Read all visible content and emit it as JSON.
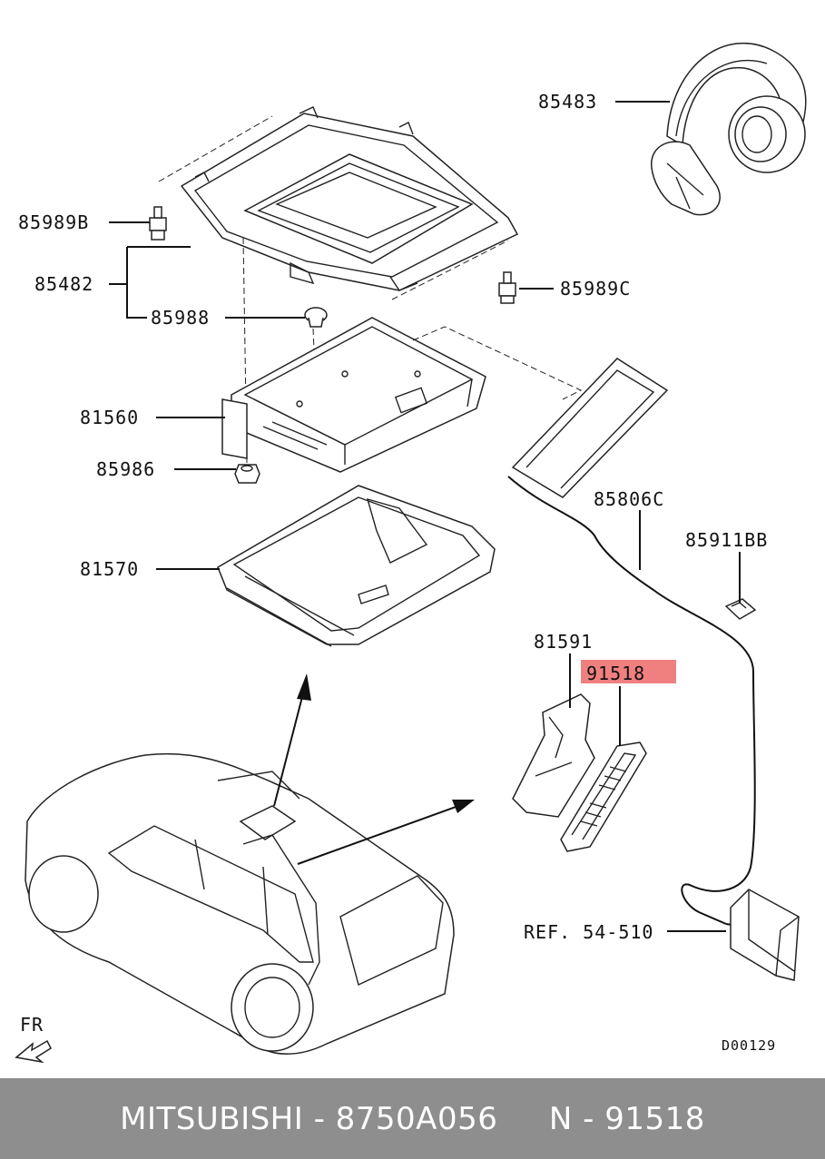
{
  "callouts": {
    "c85483": "85483",
    "c85989B": "85989B",
    "c85482": "85482",
    "c85989C": "85989C",
    "c85988": "85988",
    "c81560": "81560",
    "c85986": "85986",
    "c85806C": "85806C",
    "c85911BB": "85911BB",
    "c81570": "81570",
    "c81591": "81591",
    "c91518": "91518",
    "ref": "REF. 54-510"
  },
  "highlight_color": "#f08080",
  "fr_label": "FR",
  "diagram_code": "D00129",
  "footer": {
    "text": "MITSUBISHI - 8750A056     N - 91518",
    "background": "#8e8e8e"
  }
}
